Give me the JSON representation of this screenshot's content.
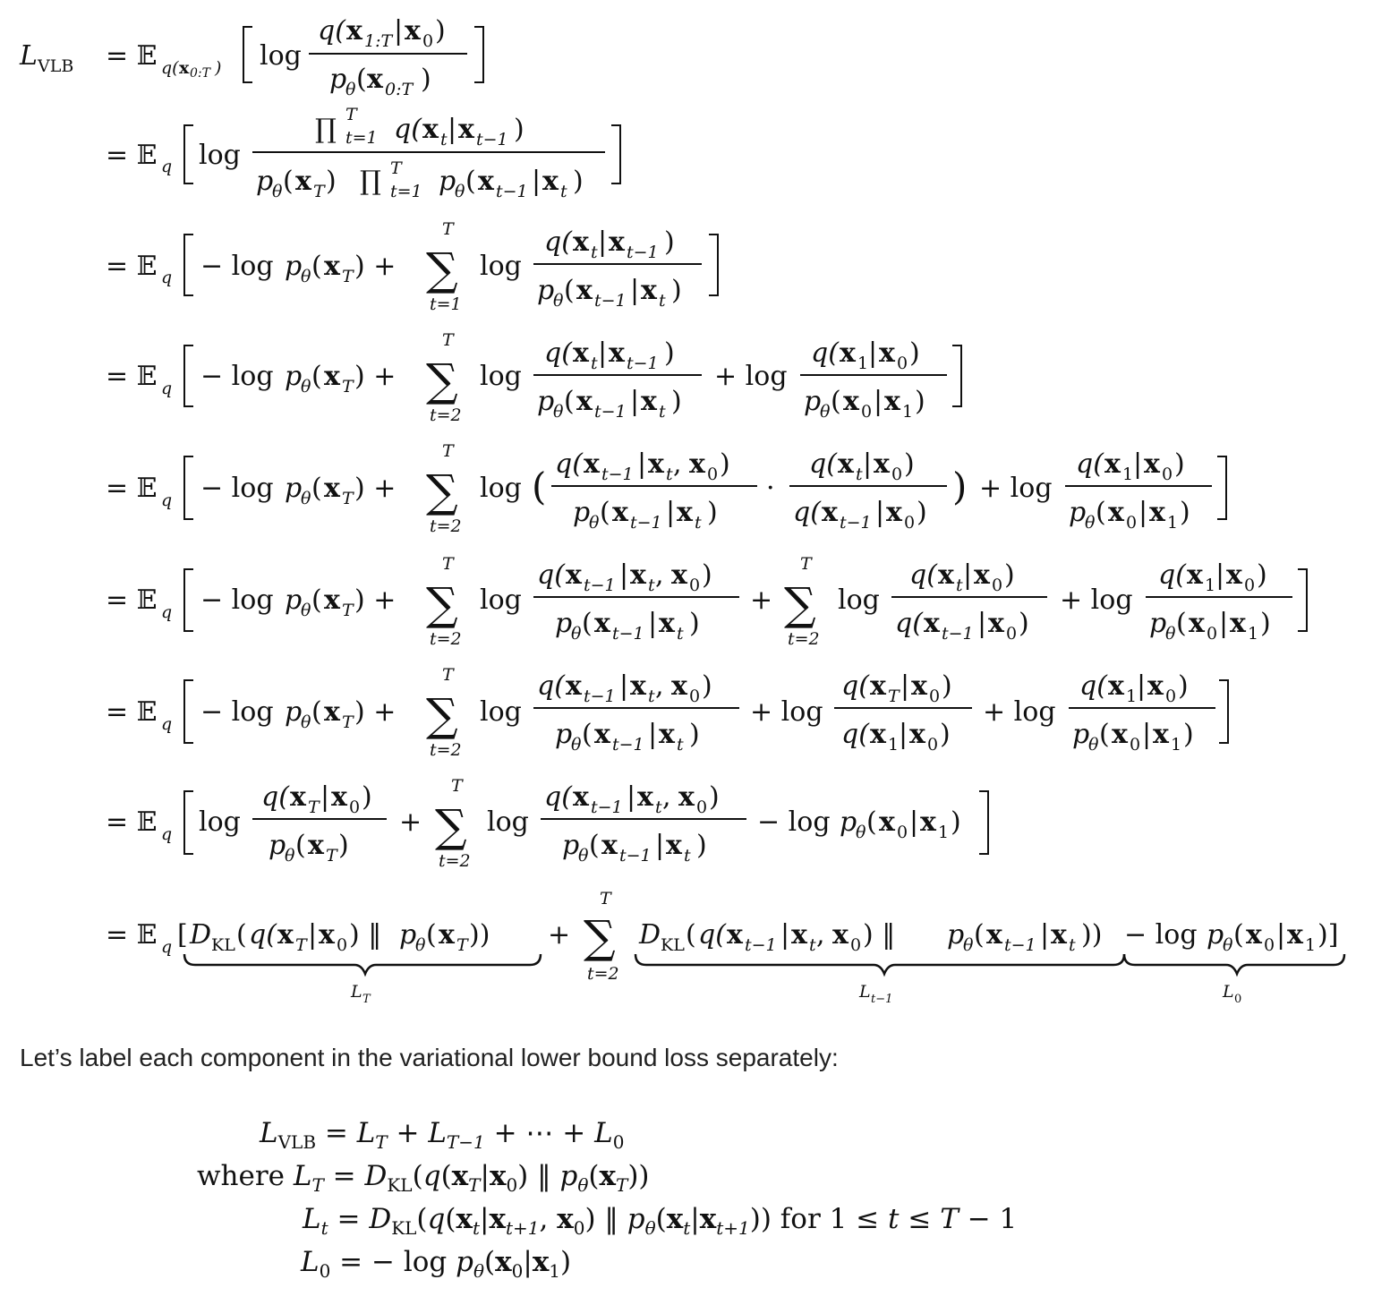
{
  "derivation": {
    "lhs": "L_VLB",
    "lines": [
      "= E_q(x0:T) [ log q(x1:T|x0) / pθ(x0:T) ]",
      "= E_q [ log ∏_{t=1}^{T} q(xt|xt−1) / pθ(xT) ∏_{t=1}^{T} pθ(xt−1|xt) ]",
      "= E_q [ − log pθ(xT) + ∑_{t=1}^{T} log q(xt|xt−1) / pθ(xt−1|xt) ]",
      "= E_q [ − log pθ(xT) + ∑_{t=2}^{T} log q(xt|xt−1) / pθ(xt−1|xt) + log q(x1|x0) / pθ(x0|x1) ]",
      "= E_q [ − log pθ(xT) + ∑_{t=2}^{T} log ( q(xt−1|xt,x0) / pθ(xt−1|xt) · q(xt|x0) / q(xt−1|x0) ) + log q(x1|x0) / pθ(x0|x1) ]",
      "= E_q [ − log pθ(xT) + ∑_{t=2}^{T} log q(xt−1|xt,x0) / pθ(xt−1|xt) + ∑_{t=2}^{T} log q(xt|x0) / q(xt−1|x0) + log q(x1|x0) / pθ(x0|x1) ]",
      "= E_q [ − log pθ(xT) + ∑_{t=2}^{T} log q(xt−1|xt,x0) / pθ(xt−1|xt) + log q(xT|x0) / q(x1|x0) + log q(x1|x0) / pθ(x0|x1) ]",
      "= E_q [ log q(xT|x0) / pθ(xT) + ∑_{t=2}^{T} log q(xt−1|xt,x0) / pθ(xt−1|xt) − log pθ(x0|x1) ]",
      "= E_q [ D_KL(q(xT|x0) ‖ pθ(xT)) + ∑_{t=2}^{T} D_KL(q(xt−1|xt,x0) ‖ pθ(xt−1|xt)) − log pθ(x0|x1) ]"
    ],
    "underbrace_labels": [
      "L_T",
      "L_{t−1}",
      "L_0"
    ]
  },
  "prose": "Let’s label each component in the variational lower bound loss separately:",
  "summary": {
    "line1": {
      "lhs": "L_VLB",
      "rhs": "= L_T + L_{T−1} + ⋯ + L_0"
    },
    "line2": {
      "prefix": "where",
      "lhs": "L_T",
      "rhs": "= D_KL(q(x_T|x_0) ‖ p_θ(x_T))"
    },
    "line3": {
      "lhs": "L_t",
      "rhs": "= D_KL(q(x_t|x_{t+1}, x_0) ‖ p_θ(x_t|x_{t+1})) for 1 ≤ t ≤ T − 1"
    },
    "line4": {
      "lhs": "L_0",
      "rhs": "= − log p_θ(x_0|x_1)"
    }
  }
}
